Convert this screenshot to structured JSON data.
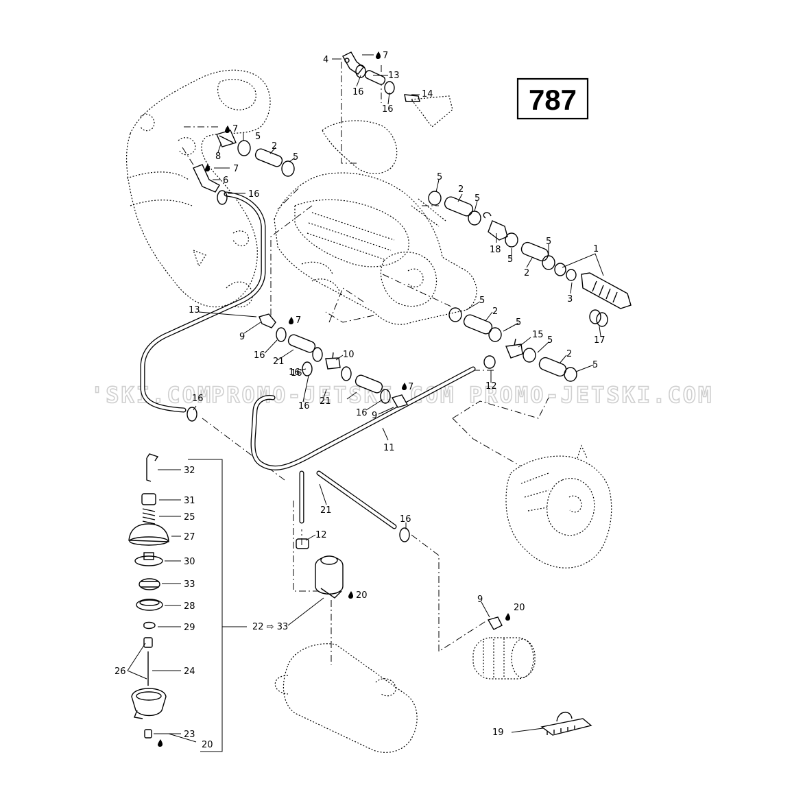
{
  "diagram_id": "787",
  "watermark": "PROMO-JETSKI.COM",
  "watermark_left_fragment": "'SKI.COM",
  "callouts": [
    {
      "text": "1"
    },
    {
      "text": "2"
    },
    {
      "text": "2"
    },
    {
      "text": "2"
    },
    {
      "text": "2"
    },
    {
      "text": "2"
    },
    {
      "text": "3"
    },
    {
      "text": "4"
    },
    {
      "text": "5"
    },
    {
      "text": "5"
    },
    {
      "text": "5"
    },
    {
      "text": "5"
    },
    {
      "text": "5"
    },
    {
      "text": "5"
    },
    {
      "text": "5"
    },
    {
      "text": "5"
    },
    {
      "text": "5"
    },
    {
      "text": "5"
    },
    {
      "text": "6"
    },
    {
      "text": "7"
    },
    {
      "text": "7"
    },
    {
      "text": "7"
    },
    {
      "text": "7"
    },
    {
      "text": "7"
    },
    {
      "text": "8"
    },
    {
      "text": "9"
    },
    {
      "text": "9"
    },
    {
      "text": "9"
    },
    {
      "text": "10"
    },
    {
      "text": "11"
    },
    {
      "text": "12"
    },
    {
      "text": "12"
    },
    {
      "text": "13"
    },
    {
      "text": "13"
    },
    {
      "text": "14"
    },
    {
      "text": "15"
    },
    {
      "text": "16"
    },
    {
      "text": "16"
    },
    {
      "text": "16"
    },
    {
      "text": "16"
    },
    {
      "text": "16"
    },
    {
      "text": "16"
    },
    {
      "text": "16"
    },
    {
      "text": "16"
    },
    {
      "text": "16"
    },
    {
      "text": "16"
    },
    {
      "text": "17"
    },
    {
      "text": "18"
    },
    {
      "text": "19"
    },
    {
      "text": "20"
    },
    {
      "text": "20"
    },
    {
      "text": "20"
    },
    {
      "text": "21"
    },
    {
      "text": "21"
    },
    {
      "text": "21"
    },
    {
      "text": "22 ⇨ 33"
    },
    {
      "text": "23"
    },
    {
      "text": "24"
    },
    {
      "text": "25"
    },
    {
      "text": "26"
    },
    {
      "text": "27"
    },
    {
      "text": "28"
    },
    {
      "text": "29"
    },
    {
      "text": "30"
    },
    {
      "text": "31"
    },
    {
      "text": "32"
    },
    {
      "text": "33"
    }
  ]
}
